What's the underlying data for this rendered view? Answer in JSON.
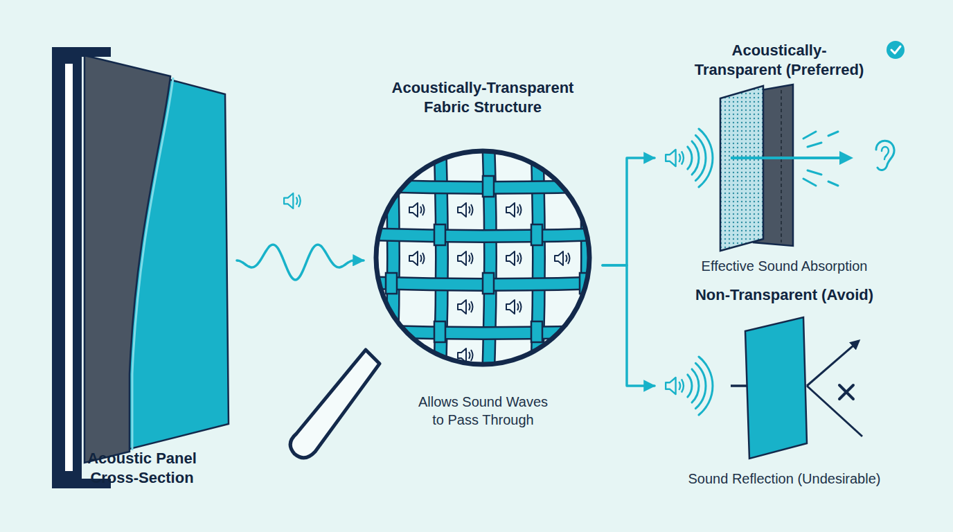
{
  "diagram": {
    "nodes": [
      {
        "text": [
          "Acoustic Panel Cross-Section"
        ]
      },
      {
        "text": [
          "Acoustically-Transparent Fabric Structure",
          "Allows Sound Waves to Pass Through"
        ]
      },
      {
        "text": [
          "Acoustically-Transparent (Preferred)",
          "Effective Sound Absorption"
        ]
      },
      {
        "text": [
          "Non-Transparent (Avoid)",
          "Sound Reflection (Undesirable)"
        ]
      }
    ],
    "edges": [
      {
        "from": 0,
        "to": 1,
        "arrow": "to"
      },
      {
        "from": 1,
        "to": 2,
        "arrow": "to"
      },
      {
        "from": 1,
        "to": 3,
        "arrow": "to"
      }
    ]
  }
}
